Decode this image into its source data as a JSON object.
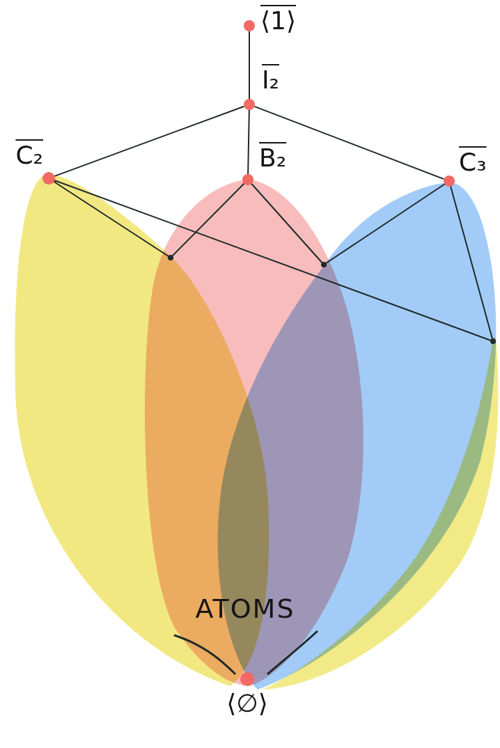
{
  "diagram": {
    "nodes": [
      {
        "text": [
          "⟨1⟩"
        ]
      },
      {
        "text": [
          "I₂"
        ]
      },
      {
        "text": [
          "C₂"
        ]
      },
      {
        "text": [
          "B₂"
        ]
      },
      {
        "text": [
          "C₃"
        ]
      },
      {
        "text": [
          "⟨∅⟩"
        ]
      }
    ],
    "edges": [
      {
        "from": 0,
        "to": 1,
        "arrow": "none"
      },
      {
        "from": 1,
        "to": 2,
        "arrow": "none"
      },
      {
        "from": 1,
        "to": 3,
        "arrow": "none"
      },
      {
        "from": 1,
        "to": 4,
        "arrow": "none"
      }
    ],
    "labels": [
      "ATOMS"
    ]
  }
}
